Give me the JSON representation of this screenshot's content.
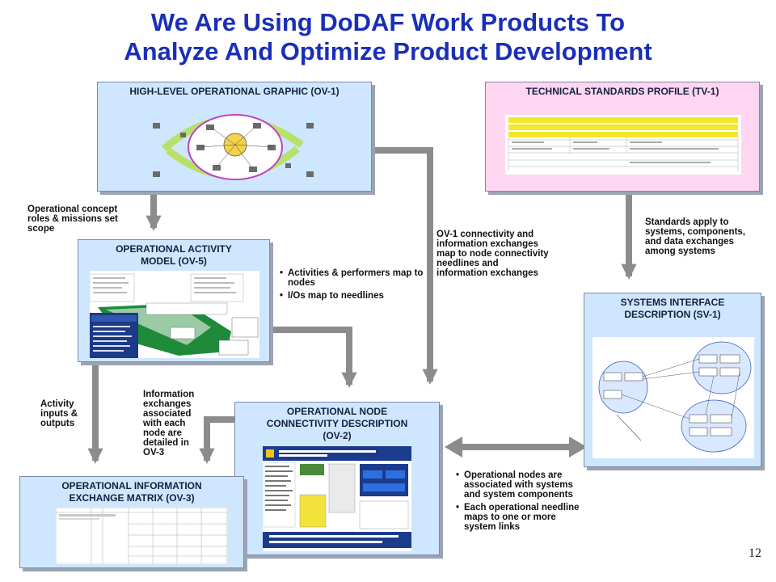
{
  "title": {
    "line1": "We Are Using DoDAF Work Products To",
    "line2": "Analyze And Optimize Product Development"
  },
  "boxes": {
    "ov1": {
      "title": "HIGH-LEVEL OPERATIONAL GRAPHIC (OV-1)"
    },
    "tv1": {
      "title": "TECHNICAL STANDARDS PROFILE (TV-1)"
    },
    "ov5": {
      "title_line1": "OPERATIONAL ACTIVITY",
      "title_line2": "MODEL (OV-5)"
    },
    "sv1": {
      "title_line1": "SYSTEMS INTERFACE",
      "title_line2": "DESCRIPTION (SV-1)"
    },
    "ov2": {
      "title_line1": "OPERATIONAL NODE",
      "title_line2": "CONNECTIVITY DESCRIPTION",
      "title_line3": "(OV-2)"
    },
    "ov3": {
      "title_line1": "OPERATIONAL INFORMATION",
      "title_line2": "EXCHANGE MATRIX (OV-3)"
    }
  },
  "notes": {
    "ov1_to_ov5": [
      "Operational concept",
      "roles & missions set",
      "scope"
    ],
    "ov1_to_ov2": [
      "OV-1 connectivity and",
      "information exchanges",
      "map to node connectivity",
      "needlines and",
      "information exchanges"
    ],
    "tv1_to_sv1": [
      "Standards apply to",
      "systems, components,",
      "and data exchanges",
      "among systems"
    ],
    "ov5_to_ov3": [
      "Activity",
      "inputs &",
      "outputs"
    ],
    "ov2_to_ov3": [
      "Information",
      "exchanges",
      "associated",
      "with each",
      "node are",
      "detailed in",
      "OV-3"
    ]
  },
  "bullets": {
    "ov5_ov2": [
      "Activities & performers map to nodes",
      "I/Os map to needlines"
    ],
    "ov2_sv1": [
      "Operational nodes are associated with systems and system components",
      "Each operational needline maps to one or more system links"
    ]
  },
  "page_number": "12",
  "colors": {
    "title": "#1a2fb8",
    "box_blue": "#cfe6ff",
    "box_pink": "#ffd6f2",
    "arrow": "#8c8c8c"
  }
}
